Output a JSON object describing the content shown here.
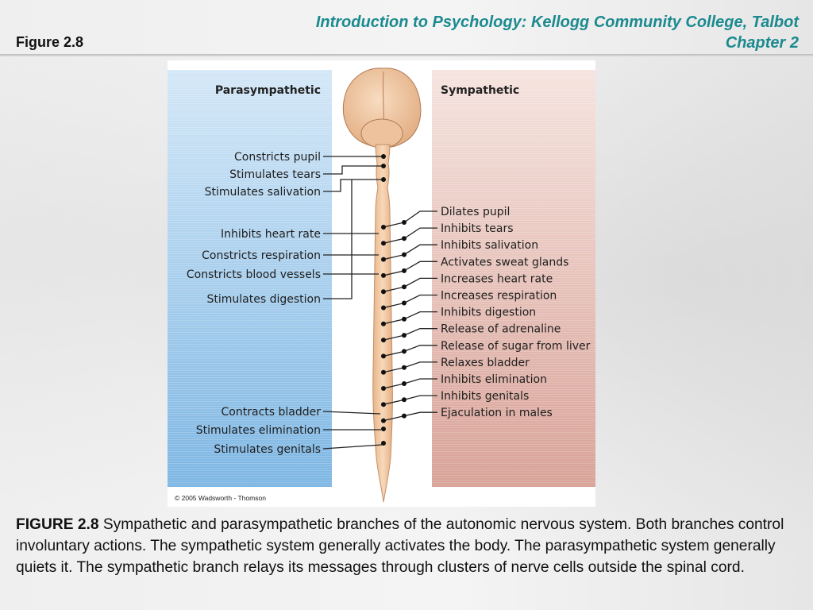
{
  "header": {
    "figure_label": "Figure 2.8",
    "course_title_line1": "Introduction to Psychology: Kellogg Community College, Talbot",
    "course_title_line2": "Chapter 2"
  },
  "diagram": {
    "parasympathetic_heading": "Parasympathetic",
    "sympathetic_heading": "Sympathetic",
    "parasympathetic_items": [
      "Constricts pupil",
      "Stimulates tears",
      "Stimulates salivation",
      "Inhibits heart rate",
      "Constricts respiration",
      "Constricts blood vessels",
      "Stimulates digestion",
      "Contracts bladder",
      "Stimulates elimination",
      "Stimulates genitals"
    ],
    "sympathetic_items": [
      "Dilates pupil",
      "Inhibits tears",
      "Inhibits salivation",
      "Activates sweat glands",
      "Increases heart rate",
      "Increases respiration",
      "Inhibits digestion",
      "Release of adrenaline",
      "Release of sugar from liver",
      "Relaxes bladder",
      "Inhibits elimination",
      "Inhibits genitals",
      "Ejaculation in males"
    ],
    "copyright": "© 2005 Wadsworth - Thomson",
    "colors": {
      "parasympathetic_panel": "#9ccbec",
      "sympathetic_panel": "#e2b3aa",
      "spinal_cord": "#f1c9a3",
      "title": "#1b8a8f"
    }
  },
  "caption": {
    "lead": "FIGURE 2.8",
    "text": " Sympathetic and parasympathetic branches of the autonomic nervous system. Both branches control involuntary actions. The sympathetic system generally activates the body. The parasympathetic system generally quiets it. The sympathetic branch relays its messages through clusters of nerve cells outside the spinal cord."
  }
}
